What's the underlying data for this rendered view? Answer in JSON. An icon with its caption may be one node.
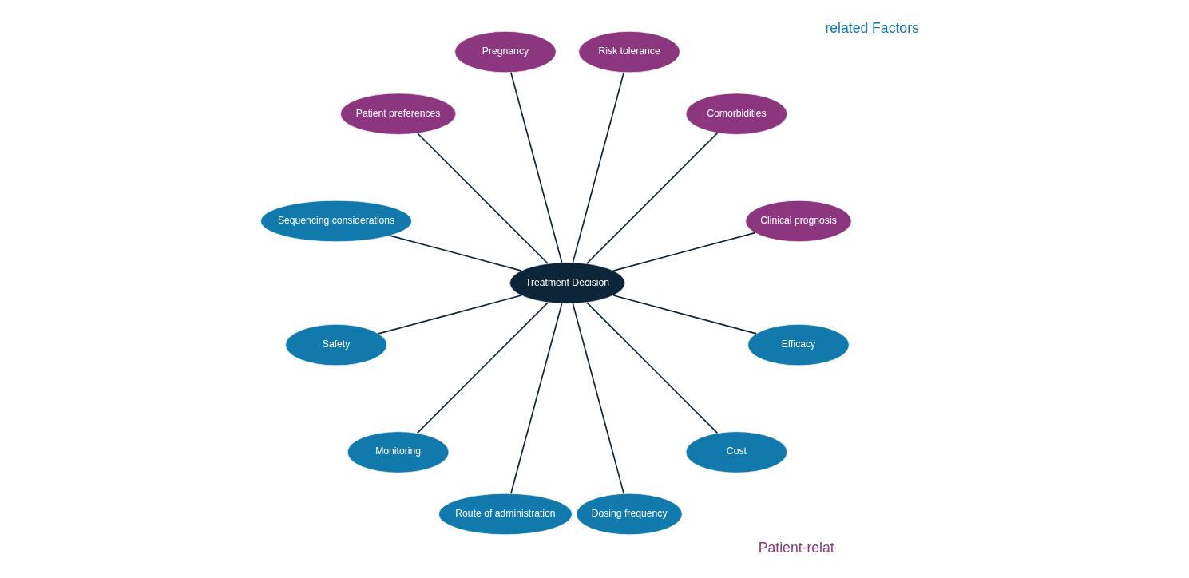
{
  "diagram": {
    "nodes": [
      {
        "text": [
          "Treatment Decision"
        ]
      },
      {
        "text": [
          "Clinical prognosis"
        ]
      },
      {
        "text": [
          "Comorbidities"
        ]
      },
      {
        "text": [
          "Risk tolerance"
        ]
      },
      {
        "text": [
          "Pregnancy"
        ]
      },
      {
        "text": [
          "Patient preferences"
        ]
      },
      {
        "text": [
          "Sequencing considerations"
        ]
      },
      {
        "text": [
          "Safety"
        ]
      },
      {
        "text": [
          "Monitoring"
        ]
      },
      {
        "text": [
          "Route of administration"
        ]
      },
      {
        "text": [
          "Dosing frequency"
        ]
      },
      {
        "text": [
          "Cost"
        ]
      },
      {
        "text": [
          "Efficacy"
        ]
      }
    ],
    "edges": [
      {
        "from": 0,
        "to": 1,
        "arrow": "none"
      },
      {
        "from": 0,
        "to": 2,
        "arrow": "none"
      },
      {
        "from": 0,
        "to": 3,
        "arrow": "none"
      },
      {
        "from": 0,
        "to": 4,
        "arrow": "none"
      },
      {
        "from": 0,
        "to": 5,
        "arrow": "none"
      },
      {
        "from": 0,
        "to": 6,
        "arrow": "none"
      },
      {
        "from": 0,
        "to": 7,
        "arrow": "none"
      },
      {
        "from": 0,
        "to": 8,
        "arrow": "none"
      },
      {
        "from": 0,
        "to": 9,
        "arrow": "none"
      },
      {
        "from": 0,
        "to": 10,
        "arrow": "none"
      },
      {
        "from": 0,
        "to": 11,
        "arrow": "none"
      },
      {
        "from": 0,
        "to": 12,
        "arrow": "none"
      }
    ],
    "labels": [
      "related Factors",
      "Patient-relat"
    ]
  }
}
